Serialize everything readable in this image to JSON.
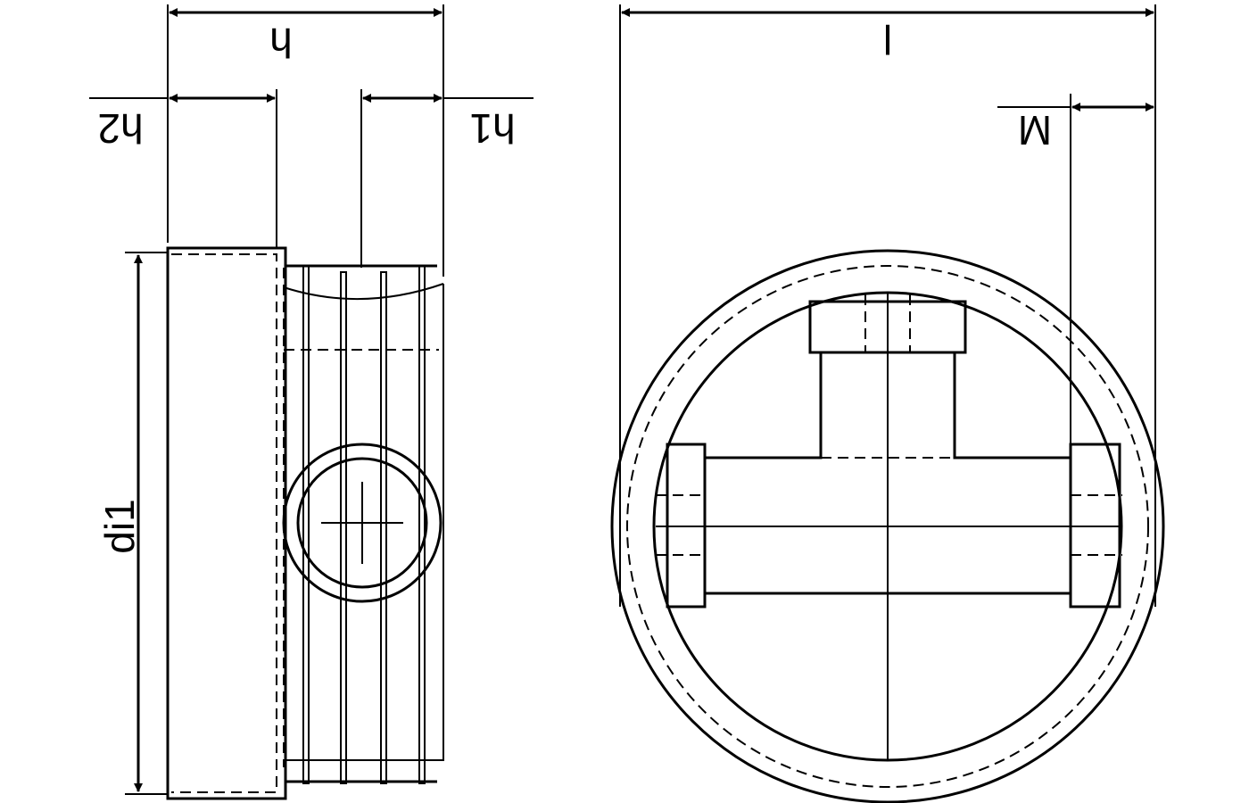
{
  "dimensions": {
    "h": "h",
    "h1": "h1",
    "h2": "h2",
    "di1": "di1",
    "l": "l",
    "M": "M"
  },
  "colors": {
    "line": "#000000",
    "background": "#ffffff"
  }
}
